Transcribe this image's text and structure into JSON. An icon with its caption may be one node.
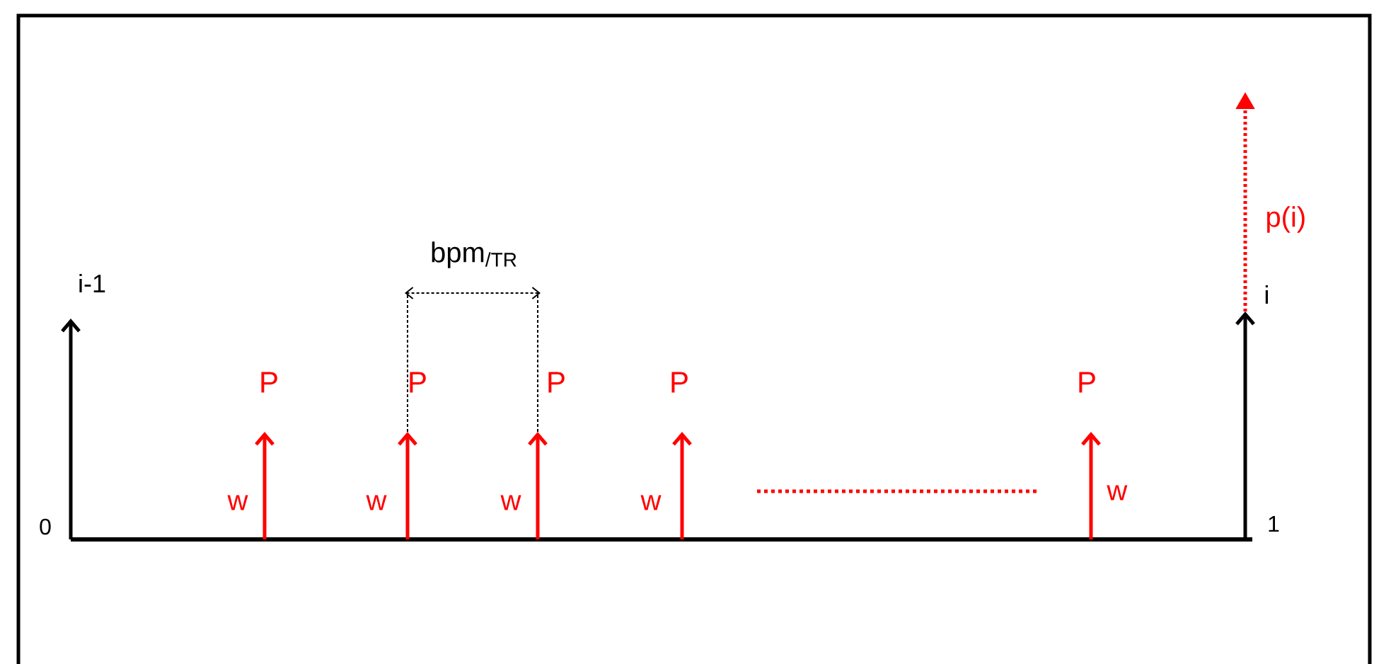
{
  "diagram": {
    "labels": [
      "p(i)",
      "bpm$_{/TR}$",
      "i-1",
      "i",
      "P",
      "P",
      "P",
      "P",
      "P",
      "w",
      "w",
      "w",
      "w",
      "w",
      "0",
      "1"
    ]
  }
}
